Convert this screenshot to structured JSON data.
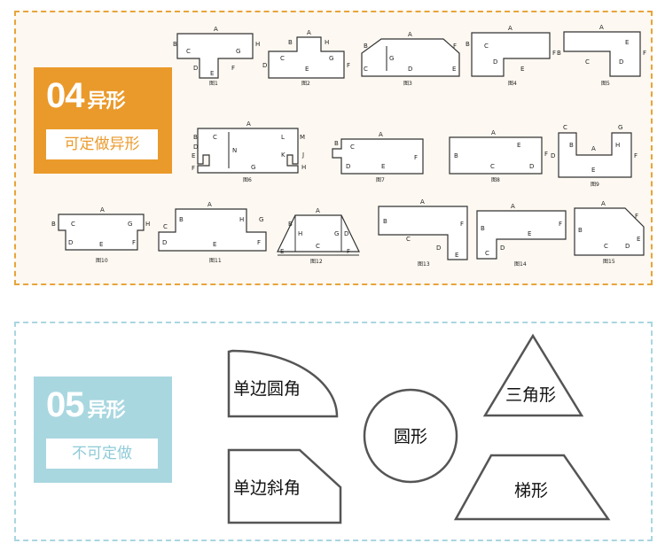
{
  "section04": {
    "number": "04",
    "title": "异形",
    "subtitle": "可定做异形",
    "colors": {
      "accent": "#ea9a2b",
      "border": "#e8a43a",
      "background": "#fdf8f1"
    },
    "figures": [
      {
        "caption": "图1",
        "labels": [
          "A",
          "B",
          "C",
          "G",
          "H",
          "D",
          "E",
          "F"
        ]
      },
      {
        "caption": "图2",
        "labels": [
          "A",
          "B",
          "H",
          "C",
          "G",
          "D",
          "E",
          "F"
        ]
      },
      {
        "caption": "图3",
        "labels": [
          "A",
          "B",
          "F",
          "G",
          "C",
          "D",
          "E"
        ]
      },
      {
        "caption": "图4",
        "labels": [
          "A",
          "B",
          "C",
          "F",
          "D",
          "E"
        ]
      },
      {
        "caption": "图5",
        "labels": [
          "A",
          "B",
          "E",
          "F",
          "C",
          "D"
        ]
      },
      {
        "caption": "图6",
        "labels": [
          "A",
          "B",
          "C",
          "L",
          "M",
          "N",
          "D",
          "E",
          "F",
          "G",
          "K",
          "J",
          "H"
        ]
      },
      {
        "caption": "图7",
        "labels": [
          "A",
          "B",
          "C",
          "D",
          "E",
          "F"
        ]
      },
      {
        "caption": "图8",
        "labels": [
          "A",
          "B",
          "E",
          "F",
          "C",
          "D"
        ]
      },
      {
        "caption": "图9",
        "labels": [
          "C",
          "G",
          "B",
          "A",
          "H",
          "D",
          "E",
          "F"
        ]
      },
      {
        "caption": "图10",
        "labels": [
          "A",
          "B",
          "C",
          "G",
          "H",
          "D",
          "E",
          "F"
        ]
      },
      {
        "caption": "图11",
        "labels": [
          "A",
          "B",
          "C",
          "H",
          "G",
          "D",
          "E",
          "F"
        ]
      },
      {
        "caption": "图12",
        "labels": [
          "A",
          "B",
          "H",
          "G",
          "D",
          "C",
          "E",
          "F"
        ]
      },
      {
        "caption": "图13",
        "labels": [
          "A",
          "B",
          "F",
          "C",
          "D",
          "E"
        ]
      },
      {
        "caption": "图14",
        "labels": [
          "A",
          "B",
          "F",
          "E",
          "C",
          "D"
        ]
      },
      {
        "caption": "图15",
        "labels": [
          "A",
          "B",
          "F",
          "E",
          "C",
          "D"
        ]
      }
    ]
  },
  "section05": {
    "number": "05",
    "title": "异形",
    "subtitle": "不可定做",
    "colors": {
      "accent": "#a9d7e0",
      "border": "#a9d6e0"
    },
    "shapes": [
      {
        "name": "quarter-round",
        "text": "单边圆角"
      },
      {
        "name": "single-bevel",
        "text": "单边斜角"
      },
      {
        "name": "circle",
        "text": "圆形"
      },
      {
        "name": "triangle",
        "text": "三角形"
      },
      {
        "name": "trapezoid",
        "text": "梯形"
      }
    ]
  }
}
